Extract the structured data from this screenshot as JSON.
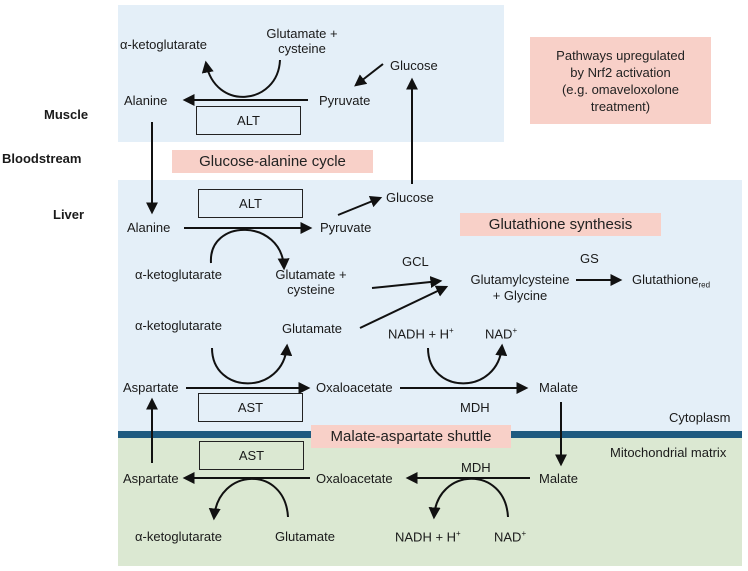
{
  "compartments": {
    "muscle": "Muscle",
    "bloodstream": "Bloodstream",
    "liver": "Liver",
    "cytoplasm": "Cytoplasm",
    "mito_matrix": "Mitochondrial matrix"
  },
  "legend": {
    "line1": "Pathways upregulated",
    "line2": "by Nrf2 activation",
    "line3": "(e.g. omaveloxolone",
    "line4": "treatment)"
  },
  "pathways": {
    "glucose_alanine": "Glucose-alanine cycle",
    "glutathione": "Glutathione synthesis",
    "malate_aspartate": "Malate-aspartate shuttle"
  },
  "muscle": {
    "akg": "α-ketoglutarate",
    "glu_cys_1": "Glutamate +",
    "glu_cys_2": "cysteine",
    "alanine": "Alanine",
    "pyruvate": "Pyruvate",
    "glucose": "Glucose",
    "enzyme": "ALT"
  },
  "liver": {
    "enzyme_alt": "ALT",
    "alanine": "Alanine",
    "pyruvate": "Pyruvate",
    "glucose": "Glucose",
    "akg1": "α-ketoglutarate",
    "glu_cys_1": "Glutamate +",
    "glu_cys_2": "cysteine",
    "akg2": "α-ketoglutarate",
    "glutamate": "Glutamate",
    "gcl": "GCL",
    "gs": "GS",
    "glutamylcysteine_1": "Glutamylcysteine",
    "glutamylcysteine_2": "+ Glycine",
    "glutathione": "Glutathione",
    "glutathione_sub": "red",
    "nadh": "NADH + H",
    "nadh_sup": "+",
    "nad": "NAD",
    "nad_sup": "+",
    "aspartate": "Aspartate",
    "oxaloacetate": "Oxaloacetate",
    "malate": "Malate",
    "enzyme_ast": "AST",
    "mdh": "MDH"
  },
  "mito": {
    "enzyme_ast": "AST",
    "aspartate": "Aspartate",
    "oxaloacetate": "Oxaloacetate",
    "malate": "Malate",
    "mdh": "MDH",
    "akg": "α-ketoglutarate",
    "glutamate": "Glutamate",
    "nadh": "NADH + H",
    "nadh_sup": "+",
    "nad": "NAD",
    "nad_sup": "+"
  },
  "colors": {
    "cytoplasm_bg": "#e4eff8",
    "mito_bg": "#dbe8d2",
    "membrane": "#1e5a80",
    "highlight": "#f8d0c8"
  }
}
